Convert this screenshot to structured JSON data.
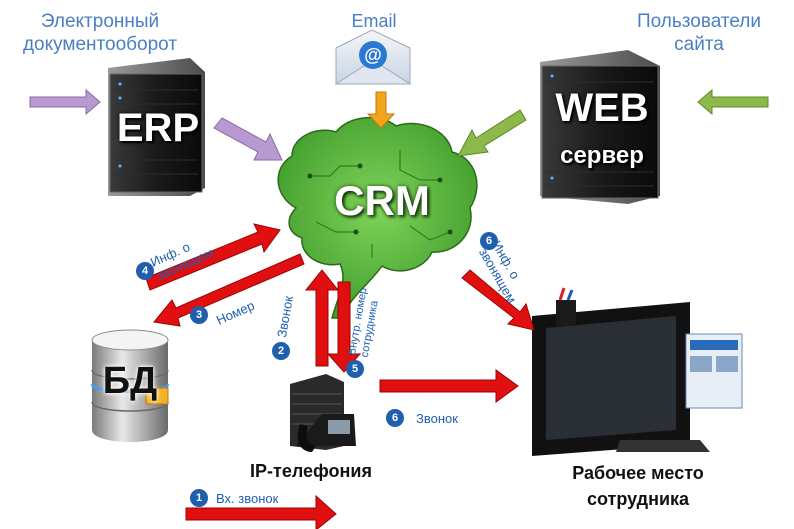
{
  "nodes": {
    "edms": "Электронный документооборот",
    "email": "Email",
    "site_users": "Пользователи сайта",
    "erp": "ERP",
    "crm": "CRM",
    "web_title": "WEB",
    "web_sub": "сервер",
    "db": "БД",
    "ip_telephony": "IP-телефония",
    "workplace": "Рабочее место сотрудника"
  },
  "flows": [
    {
      "step": "1",
      "label": "Вх. звонок"
    },
    {
      "step": "2",
      "label": "Звонок"
    },
    {
      "step": "3",
      "label": "Номер"
    },
    {
      "step": "4",
      "label": "Инф. о звонящем"
    },
    {
      "step": "5",
      "label": "Внутр. номер сотрудника"
    },
    {
      "step": "6",
      "label": "Звонок"
    },
    {
      "step": "6",
      "label": "Инф. о звонящем"
    }
  ],
  "colors": {
    "flow_arrow": "#e01010",
    "text_blue": "#4a7fc1",
    "badge_blue": "#1f5fae",
    "arrow_purple": "#b89ad0",
    "arrow_green": "#8db84a",
    "arrow_orange": "#f2a51a",
    "brain_green": "#58b83a"
  }
}
